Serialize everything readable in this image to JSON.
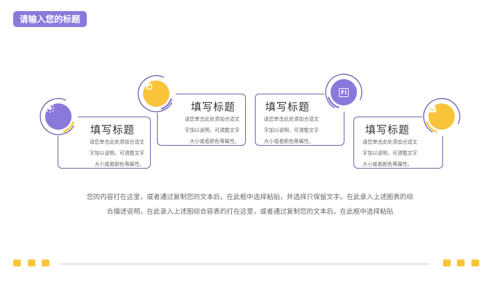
{
  "header": {
    "title": "请输入您的标题"
  },
  "colors": {
    "purple": "#8a78db",
    "yellow": "#f9c43a",
    "border": "#6a5fa6"
  },
  "cards": [
    {
      "icon": "sun-icon",
      "title": "填写标题",
      "lines": [
        "请您单击此处添加合适文",
        "字加以说明，可调整文字",
        "大小或者颜色等属性。"
      ]
    },
    {
      "icon": "copy-icon",
      "title": "填写标题",
      "lines": [
        "请您单击此处添加合适文",
        "字加以说明，可调整文字",
        "大小或者颜色等属性。"
      ]
    },
    {
      "icon": "fl-text-icon",
      "icon_text": "Fl",
      "title": "填写标题",
      "lines": [
        "请您单击此处添加合适文",
        "字加以说明，可调整文字",
        "大小或者颜色等属性。"
      ]
    },
    {
      "icon": "bag-icon",
      "title": "填写标题",
      "lines": [
        "请您单击此处添加合适文",
        "字加以说明，可调整文字",
        "大小或者颜色等属性。"
      ]
    }
  ],
  "body": {
    "line1": "您的内容打在这里，或者通过复制您的文本后，在此框中选择粘贴，并选择只保留文字。在此录入上述图表的综",
    "line2": "合描述说明，在此录入上述图综合容表的打在这里，或者通过复制您的文本后，在此框中选择粘贴"
  }
}
